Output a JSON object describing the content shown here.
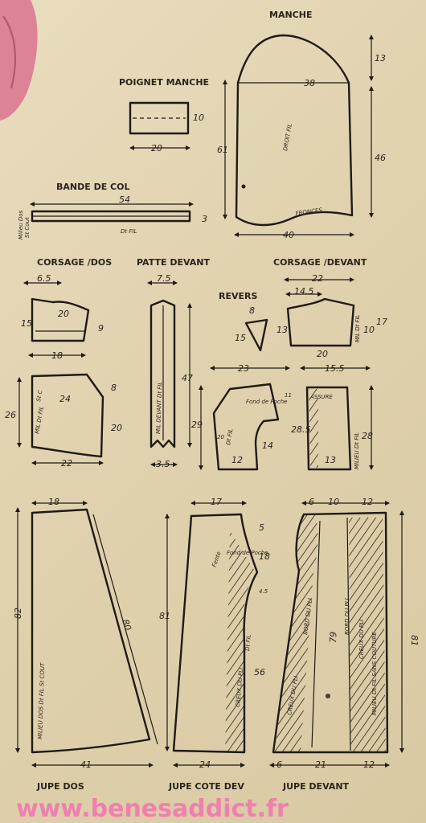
{
  "titles": {
    "manche": "MANCHE",
    "poignet": "POIGNET MANCHE",
    "bande": "BANDE DE COL",
    "corsage_dos": "CORSAGE /DOS",
    "patte": "PATTE DEVANT",
    "corsage_devant": "CORSAGE /DEVANT",
    "revers": "REVERS",
    "jupe_dos": "JUPE DOS",
    "jupe_cote": "JUPE COTE DEV",
    "jupe_devant": "JUPE DEVANT"
  },
  "manche": {
    "top": "38",
    "bottom": "40",
    "left": "61",
    "right_top": "13",
    "right": "46",
    "grain": "DROIT FIL",
    "fronces": "FRONCES"
  },
  "poignet": {
    "width": "20",
    "height": "10"
  },
  "bande": {
    "length": "54",
    "height": "3",
    "milieu": "Milieu Dos",
    "couture": "St Cout",
    "fil": "Dt FIL"
  },
  "corsage_dos": {
    "top": "6.5",
    "upper_w": "20",
    "upper_lh": "15",
    "upper_rh": "9",
    "width": "18",
    "mid": "24",
    "right": "8",
    "height": "26",
    "bottom": "22",
    "lower_r": "20",
    "fil": "MIL Dt FIL",
    "sc": "St C"
  },
  "patte": {
    "top": "7.5",
    "height": "47",
    "bottom": "3.5",
    "label": "MIL DEVANT Dt FIL"
  },
  "revers": {
    "side": "8",
    "diag": "15"
  },
  "corsage_devant": {
    "top": "22",
    "top2": "14.5",
    "left": "13",
    "mid": "20",
    "r1": "10",
    "r2": "17",
    "fil": "MIL Dt FIL",
    "w": "23",
    "w2": "15.5",
    "fond": "Fond de Poche",
    "h1": "29",
    "h2": "20",
    "fil2": "Dt FIL",
    "b1": "12",
    "b2": "14",
    "h3": "28.5",
    "h4": "28",
    "bot": "13",
    "n11": "11",
    "assure": "ASSURE",
    "milieu": "MILIEU Dt FIL"
  },
  "jupe_dos": {
    "top": "18",
    "height": "82",
    "bottom": "41",
    "slope": "80",
    "label": "MILIEU DOS Dt FIL St COUT"
  },
  "jupe_cote": {
    "top": "17",
    "height": "81",
    "bottom": "24",
    "d1": "5",
    "d2": "18",
    "d3": "4.5",
    "d4": "56",
    "fente": "Fente",
    "fond": "Fond de Poche",
    "creux": "CREUX DU PLI",
    "fil": "Dt FIL"
  },
  "jupe_devant": {
    "t1": "6",
    "t2": "10",
    "t3": "12",
    "height": "81",
    "mid": "79",
    "b1": "6",
    "b2": "21",
    "b3": "12",
    "creux": "CREUX DU PLI",
    "bord": "BORD DU PLI",
    "bord2": "BORD DU PLI",
    "creux2": "CREUX DU PLI",
    "milieu": "MILIEU Dt FIL SANS COUTURE"
  },
  "watermark": "www.benesaddict.fr"
}
